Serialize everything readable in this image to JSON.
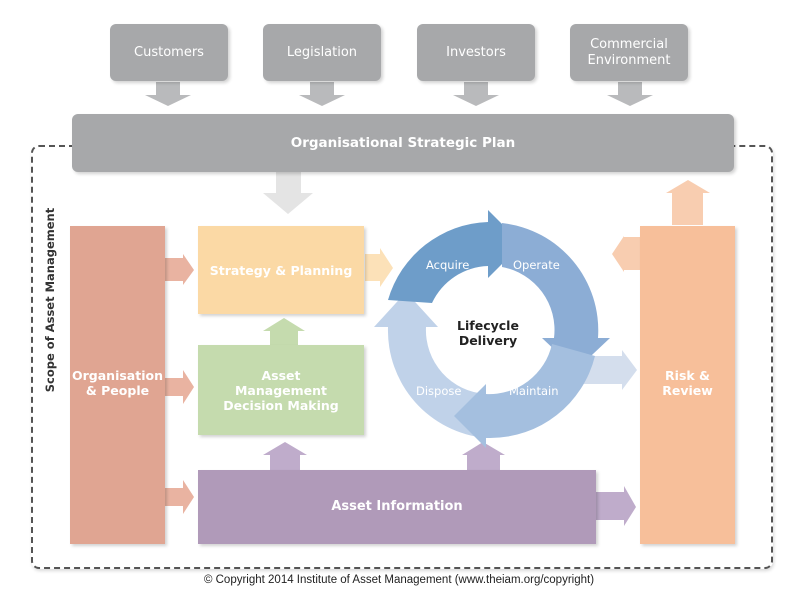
{
  "external_inputs": [
    {
      "label": "Customers"
    },
    {
      "label": "Legislation"
    },
    {
      "label": "Investors"
    },
    {
      "label": "Commercial Environment"
    }
  ],
  "strategic_plan": {
    "label": "Organisational Strategic Plan"
  },
  "scope": {
    "label": "Scope of Asset Management"
  },
  "blocks": {
    "organisation_people": {
      "label": "Organisation & People"
    },
    "strategy_planning": {
      "label": "Strategy & Planning"
    },
    "decision_making": {
      "label": "Asset Management Decision Making"
    },
    "asset_information": {
      "label": "Asset Information"
    },
    "risk_review": {
      "label": "Risk & Review"
    }
  },
  "lifecycle": {
    "center": "Lifecycle Delivery",
    "stages": [
      "Acquire",
      "Operate",
      "Maintain",
      "Dispose"
    ]
  },
  "colors": {
    "grey": "#a7a8aa",
    "organisation": "#e0a592",
    "strategy": "#fbd9a5",
    "decision": "#c5dbae",
    "information": "#b09ab9",
    "risk": "#f7bf9a",
    "acquire": "#6e9dc9",
    "operate": "#8cadd5",
    "maintain": "#a4bfdf",
    "dispose": "#c0d2e9"
  },
  "copyright": "© Copyright 2014 Institute of Asset Management (www.theiam.org/copyright)"
}
